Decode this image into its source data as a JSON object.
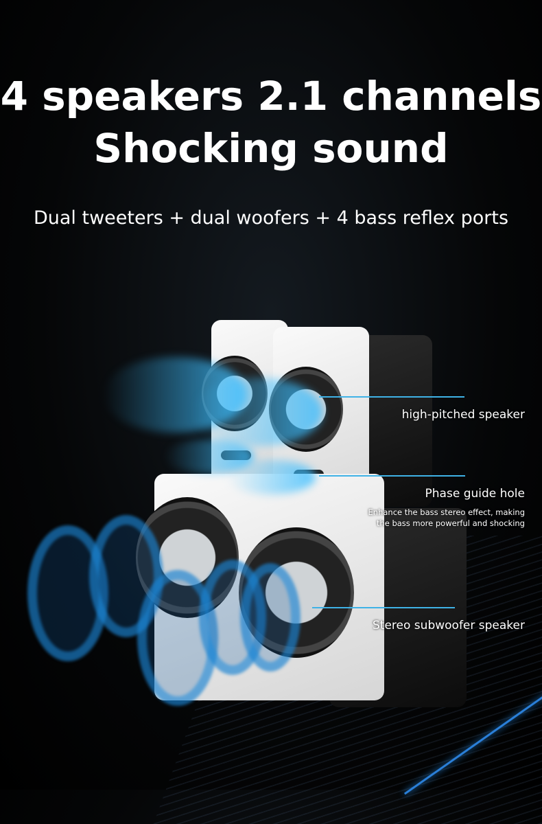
{
  "headline": {
    "line1": "4 speakers 2.1 channels",
    "line2": "Shocking sound"
  },
  "subtitle": "Dual tweeters + dual woofers + 4 bass reflex ports",
  "callouts": {
    "tweeter": "high-pitched speaker",
    "port": "Phase guide hole",
    "port_desc_1": "Enhance the bass stereo effect, making",
    "port_desc_2": "the bass more powerful and shocking",
    "woofer": "Stereo subwoofer speaker"
  },
  "colors": {
    "accent": "#3fb2e6",
    "background": "#000000"
  }
}
